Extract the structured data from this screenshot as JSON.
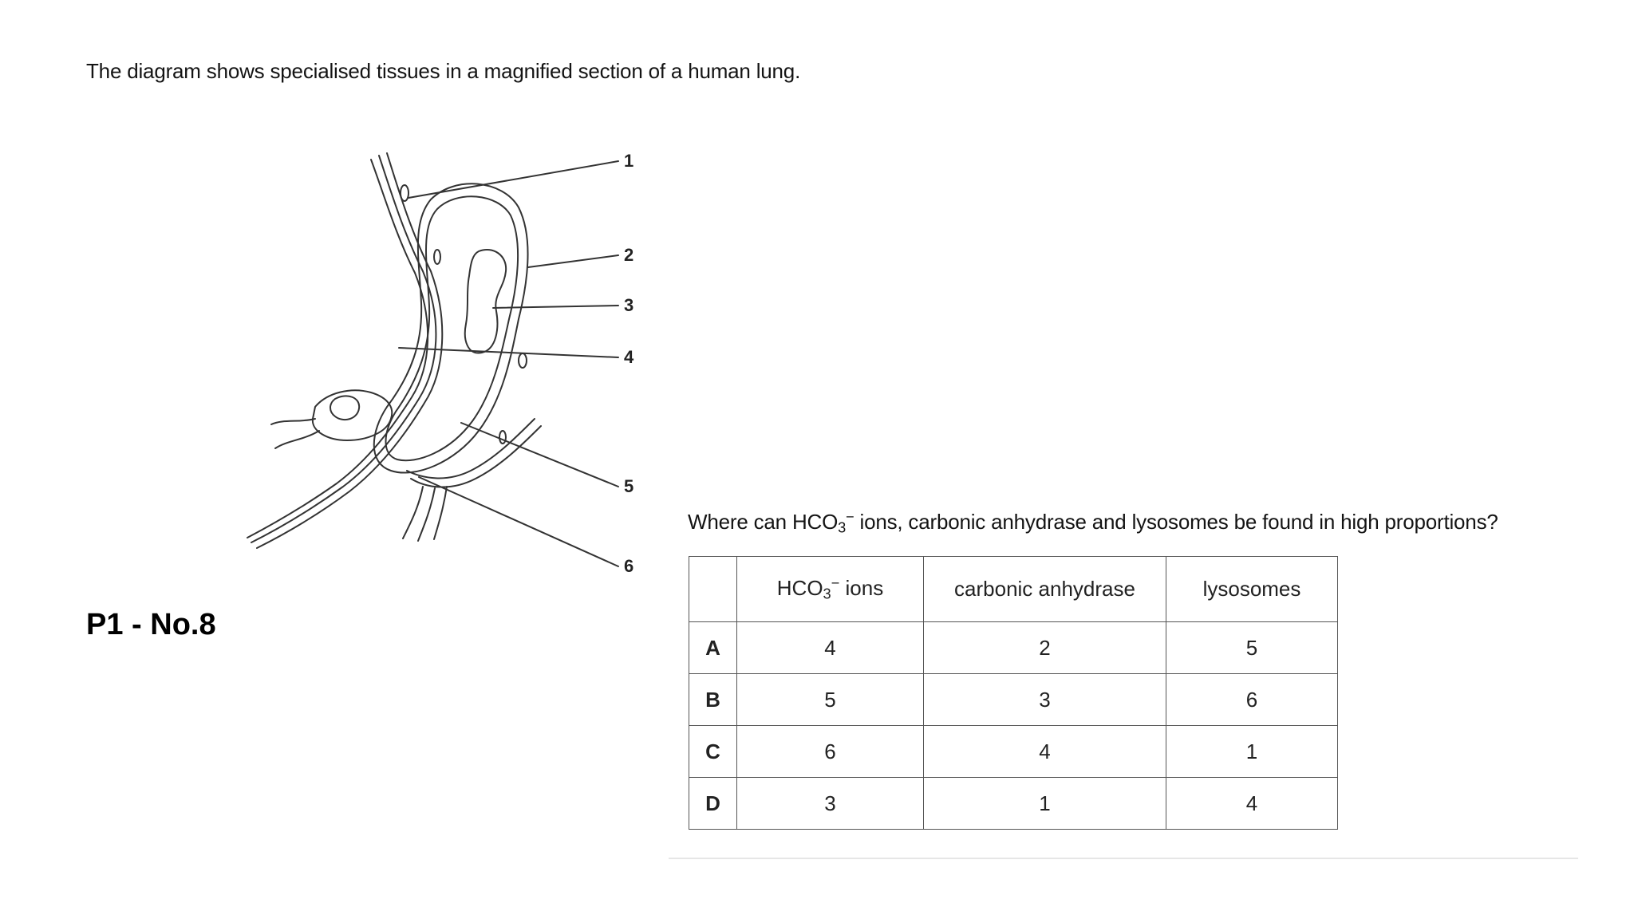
{
  "intro_text": "The diagram shows specialised tissues in a magnified section of a human lung.",
  "slide_label": "P1 - No.8",
  "diagram": {
    "labels": [
      "1",
      "2",
      "3",
      "4",
      "5",
      "6"
    ]
  },
  "question": {
    "prefix": "Where can HCO",
    "sub": "3",
    "sup": "−",
    "suffix": " ions, carbonic anhydrase and lysosomes be found in high proportions?"
  },
  "table": {
    "header": {
      "col1_prefix": "HCO",
      "col1_sub": "3",
      "col1_sup": "−",
      "col1_suffix": " ions",
      "col2": "carbonic anhydrase",
      "col3": "lysosomes"
    },
    "rows": [
      {
        "label": "A",
        "values": [
          "4",
          "2",
          "5"
        ]
      },
      {
        "label": "B",
        "values": [
          "5",
          "3",
          "6"
        ]
      },
      {
        "label": "C",
        "values": [
          "6",
          "4",
          "1"
        ]
      },
      {
        "label": "D",
        "values": [
          "3",
          "1",
          "4"
        ]
      }
    ]
  }
}
